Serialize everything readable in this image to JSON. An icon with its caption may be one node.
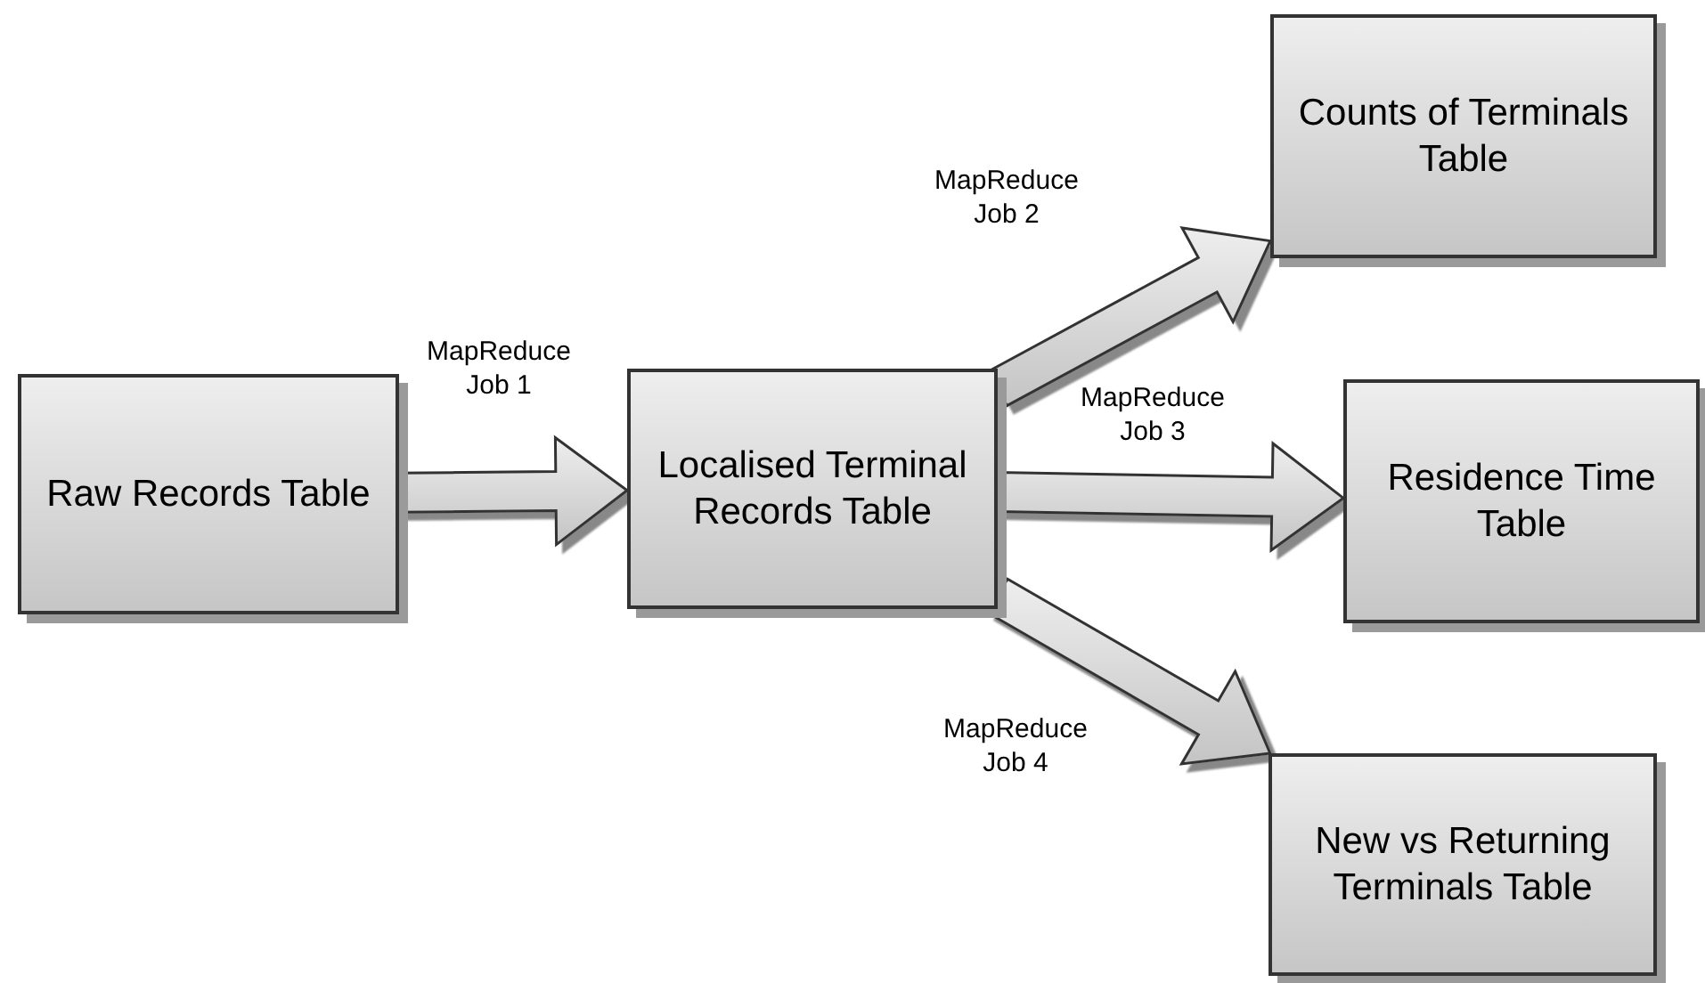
{
  "diagram": {
    "nodes": [
      {
        "text": [
          "Raw Records Table"
        ]
      },
      {
        "text": [
          "Localised Terminal Records Table"
        ]
      },
      {
        "text": [
          "Counts of Terminals Table"
        ]
      },
      {
        "text": [
          "Residence Time Table"
        ]
      },
      {
        "text": [
          "New vs Returning Terminals Table"
        ]
      }
    ],
    "edges": [
      {
        "from": 0,
        "to": 1,
        "arrow": "to",
        "label": "MapReduce Job 1"
      },
      {
        "from": 1,
        "to": 2,
        "arrow": "to",
        "label": "MapReduce Job 2"
      },
      {
        "from": 1,
        "to": 3,
        "arrow": "to",
        "label": "MapReduce Job 3"
      },
      {
        "from": 1,
        "to": 4,
        "arrow": "to",
        "label": "MapReduce Job 4"
      }
    ]
  }
}
